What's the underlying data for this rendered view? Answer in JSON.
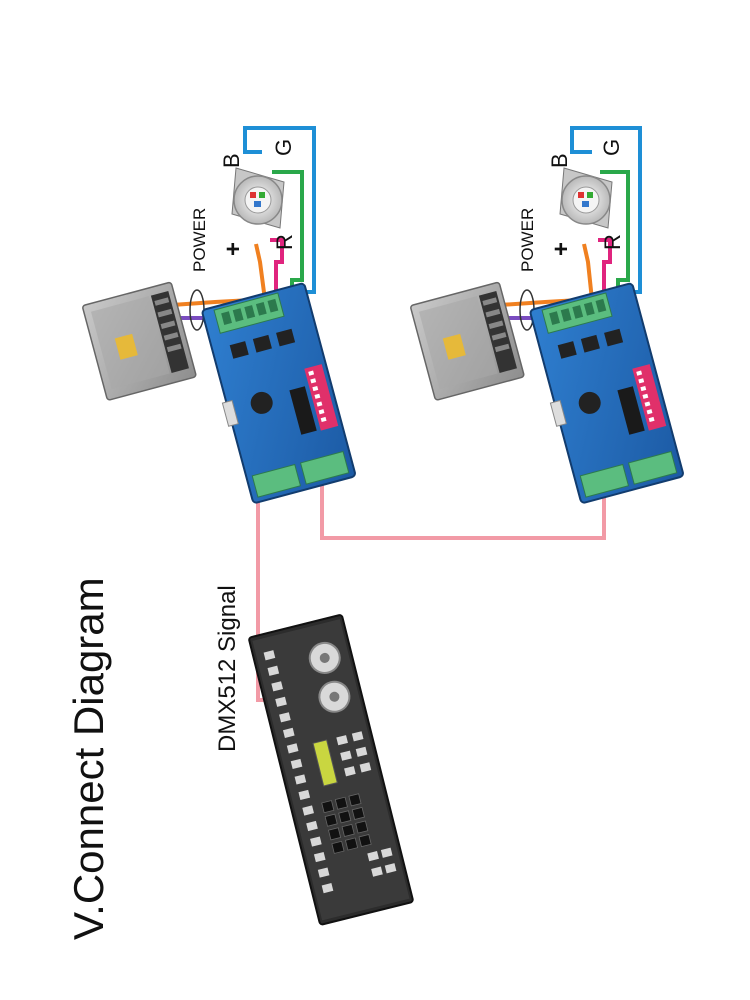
{
  "title": "V.Connect Diagram",
  "signal_label": "DMX512 Signal",
  "units": [
    {
      "power_label": "POWER",
      "plus_label": "+",
      "led_labels": {
        "b": "B",
        "g": "G",
        "r": "R"
      }
    },
    {
      "power_label": "POWER",
      "plus_label": "+",
      "led_labels": {
        "b": "B",
        "g": "G",
        "r": "R"
      }
    }
  ],
  "wire_colors": {
    "blue": "#1e8fd6",
    "green": "#2aa84a",
    "red": "#e0247e",
    "orange": "#f08020",
    "purple": "#7a4cc0",
    "dmx": "#f29aa6"
  }
}
